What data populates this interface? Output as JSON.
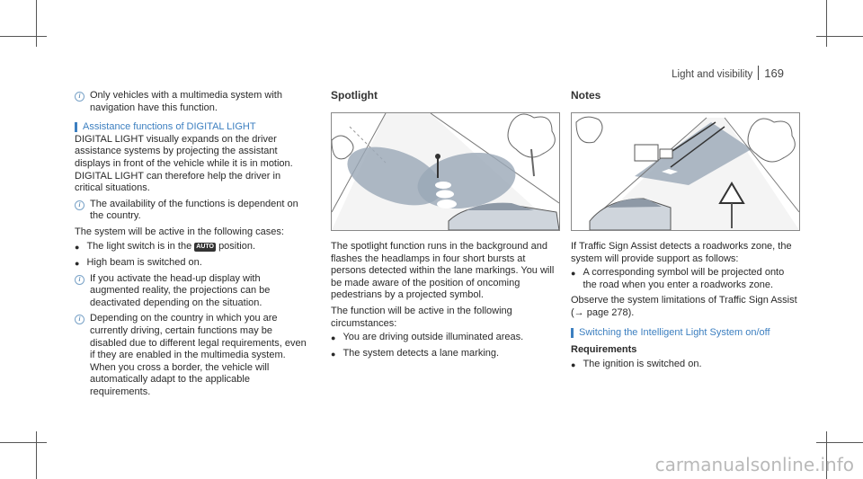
{
  "header": {
    "section": "Light and visibility",
    "page": "169"
  },
  "col1": {
    "note1": "Only vehicles with a multimedia system with navigation have this function.",
    "section_title": "Assistance functions of DIGITAL LIGHT",
    "intro": "DIGITAL LIGHT visually expands on the driver assistance systems by projecting the assistant displays in front of the vehicle while it is in motion. DIGITAL LIGHT can therefore help the driver in critical situations.",
    "note2": "The availability of the functions is dependent on the country.",
    "active_lead": "The system will be active in the following cases:",
    "bullet1_pre": "The light switch is in the",
    "auto_symbol": "AUTO",
    "bullet1_post": "position.",
    "bullet2": "High beam is switched on.",
    "note3": "If you activate the head-up display with augmented reality, the projections can be deactivated depending on the situation.",
    "note4": "Depending on the country in which you are currently driving, certain functions may be disabled due to different legal requirements, even if they are enabled in the multimedia system. When you cross a border, the vehicle will automatically adapt to the applicable requirements."
  },
  "col2": {
    "title": "Spotlight",
    "para1": "The spotlight function runs in the background and flashes the headlamps in four short bursts at persons detected within the lane markings. You will be made aware of the position of oncoming pedestrians by a projected symbol.",
    "para2": "The function will be active in the following circumstances:",
    "bullets": [
      "You are driving outside illuminated areas.",
      "The system detects a lane marking."
    ]
  },
  "col3": {
    "title": "Notes",
    "para1": "If Traffic Sign Assist detects a roadworks zone, the system will provide support as follows:",
    "bullet1": "A corresponding symbol will be projected onto the road when you enter a roadworks zone.",
    "para2": "Observe the system limitations of Traffic Sign Assist (→ page 278).",
    "section_title": "Switching the Intelligent Light System on/off",
    "req_title": "Requirements",
    "req_bullet": "The ignition is switched on."
  },
  "watermark": "carmanualsonline.info",
  "icons": {
    "info": "info-icon",
    "bullet": "bullet-icon",
    "section": "section-bar-icon"
  }
}
